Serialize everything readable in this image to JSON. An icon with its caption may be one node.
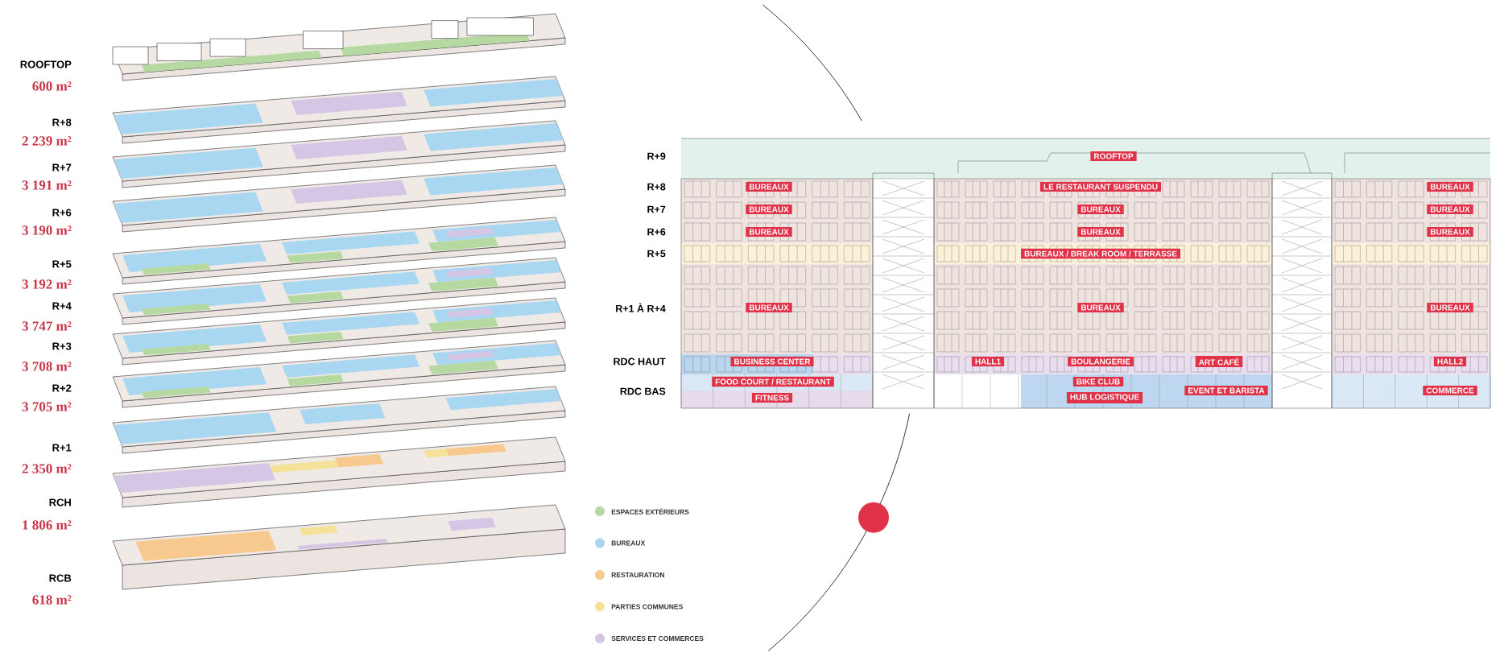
{
  "diagram": {
    "nodes": [
      {
        "text": [
          "ROOFTOP"
        ]
      },
      {
        "text": [
          "BUREAUX"
        ]
      },
      {
        "text": [
          "LE RESTAURANT SUSPENDU"
        ]
      },
      {
        "text": [
          "BUREAUX"
        ]
      },
      {
        "text": [
          "BUREAUX"
        ]
      },
      {
        "text": [
          "BUREAUX"
        ]
      },
      {
        "text": [
          "BUREAUX"
        ]
      },
      {
        "text": [
          "BUREAUX"
        ]
      },
      {
        "text": [
          "BUREAUX"
        ]
      },
      {
        "text": [
          "BUREAUX"
        ]
      },
      {
        "text": [
          "BUREAUX / BREAK ROOM / TERRASSE"
        ]
      },
      {
        "text": [
          "BUREAUX"
        ]
      },
      {
        "text": [
          "BUREAUX"
        ]
      },
      {
        "text": [
          "BUREAUX"
        ]
      },
      {
        "text": [
          "BUSINESS CENTER"
        ]
      },
      {
        "text": [
          "HALL1"
        ]
      },
      {
        "text": [
          "BOULANGERIE"
        ]
      },
      {
        "text": [
          "ART CAFÉ"
        ]
      },
      {
        "text": [
          "HALL2"
        ]
      },
      {
        "text": [
          "FOOD COURT / RESTAURANT"
        ]
      },
      {
        "text": [
          "BIKE CLUB"
        ]
      },
      {
        "text": [
          "EVENT ET BARISTA"
        ]
      },
      {
        "text": [
          "COMMERCE"
        ]
      },
      {
        "text": [
          "FITNESS"
        ]
      },
      {
        "text": [
          "HUB LOGISTIQUE"
        ]
      }
    ],
    "labels": [
      "ROOFTOP",
      "600 m²",
      "R+8",
      "2 239 m²",
      "R+7",
      "3 191 m²",
      "R+6",
      "3 190 m²",
      "R+5",
      "3 192 m²",
      "R+4",
      "3 747 m²",
      "R+3",
      "3 708 m²",
      "R+2",
      "3 705 m²",
      "R+1",
      "2 350 m²",
      "RCH",
      "1 806 m²",
      "RCB",
      "618 m²",
      "R+9",
      "R+8",
      "R+7",
      "R+6",
      "R+5",
      "R+1  À R+4",
      "RDC HAUT",
      "RDC BAS"
    ],
    "legend": [
      {
        "text": "ESPACES EXTÉRIEURS",
        "color": "#b5d9a0"
      },
      {
        "text": "BUREAUX",
        "color": "#a9d6f0"
      },
      {
        "text": "RESTAURATION",
        "color": "#f8c98e"
      },
      {
        "text": "PARTIES COMMUNES",
        "color": "#f5e19a"
      },
      {
        "text": "SERVICES ET COMMERCES",
        "color": "#d6c6e6"
      }
    ]
  }
}
